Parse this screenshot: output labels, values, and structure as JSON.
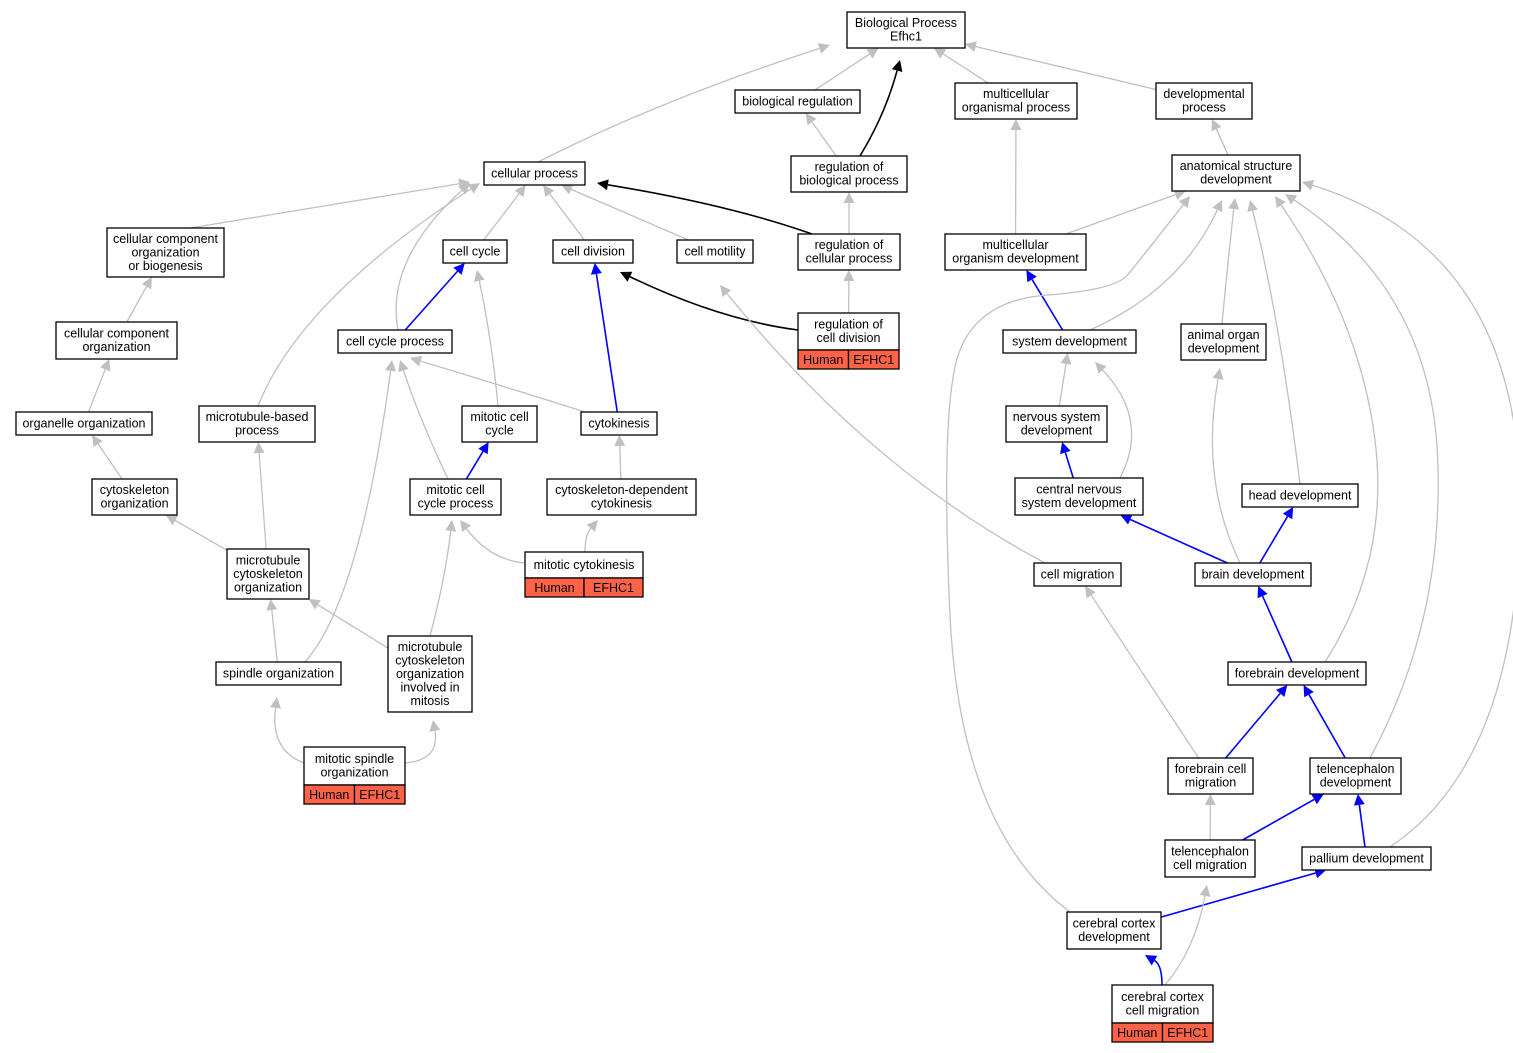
{
  "graph": {
    "nodes": [
      {
        "id": "bp",
        "lines": [
          "Biological Process",
          "Efhc1"
        ]
      },
      {
        "id": "bioreg",
        "lines": [
          "biological regulation"
        ]
      },
      {
        "id": "mop",
        "lines": [
          "multicellular",
          "organismal process"
        ]
      },
      {
        "id": "devproc",
        "lines": [
          "developmental",
          "process"
        ]
      },
      {
        "id": "cellproc",
        "lines": [
          "cellular process"
        ]
      },
      {
        "id": "regbio",
        "lines": [
          "regulation of",
          "biological process"
        ]
      },
      {
        "id": "asd",
        "lines": [
          "anatomical structure",
          "development"
        ]
      },
      {
        "id": "ccob",
        "lines": [
          "cellular component",
          "organization",
          "or biogenesis"
        ]
      },
      {
        "id": "cellcycle",
        "lines": [
          "cell cycle"
        ]
      },
      {
        "id": "celldiv",
        "lines": [
          "cell division"
        ]
      },
      {
        "id": "cellmot",
        "lines": [
          "cell motility"
        ]
      },
      {
        "id": "regcell",
        "lines": [
          "regulation of",
          "cellular process"
        ]
      },
      {
        "id": "mod",
        "lines": [
          "multicellular",
          "organism development"
        ]
      },
      {
        "id": "cco",
        "lines": [
          "cellular component",
          "organization"
        ]
      },
      {
        "id": "ccp",
        "lines": [
          "cell cycle process"
        ]
      },
      {
        "id": "regcd",
        "lines": [
          "regulation of",
          "cell division"
        ],
        "annotation": {
          "species": "Human",
          "gene": "EFHC1"
        }
      },
      {
        "id": "sysdev",
        "lines": [
          "system development"
        ]
      },
      {
        "id": "aod",
        "lines": [
          "animal organ",
          "development"
        ]
      },
      {
        "id": "orgorg",
        "lines": [
          "organelle organization"
        ]
      },
      {
        "id": "mtbp",
        "lines": [
          "microtubule-based",
          "process"
        ]
      },
      {
        "id": "mcc",
        "lines": [
          "mitotic cell",
          "cycle"
        ]
      },
      {
        "id": "cytok",
        "lines": [
          "cytokinesis"
        ]
      },
      {
        "id": "nsd",
        "lines": [
          "nervous system",
          "development"
        ]
      },
      {
        "id": "cytoorg",
        "lines": [
          "cytoskeleton",
          "organization"
        ]
      },
      {
        "id": "mccp",
        "lines": [
          "mitotic cell",
          "cycle process"
        ]
      },
      {
        "id": "cdc",
        "lines": [
          "cytoskeleton-dependent",
          "cytokinesis"
        ]
      },
      {
        "id": "cnsd",
        "lines": [
          "central nervous",
          "system development"
        ]
      },
      {
        "id": "headdev",
        "lines": [
          "head development"
        ]
      },
      {
        "id": "mco",
        "lines": [
          "microtubule",
          "cytoskeleton",
          "organization"
        ]
      },
      {
        "id": "mitcyt",
        "lines": [
          "mitotic cytokinesis"
        ],
        "annotation": {
          "species": "Human",
          "gene": "EFHC1"
        }
      },
      {
        "id": "cellmig",
        "lines": [
          "cell migration"
        ]
      },
      {
        "id": "braindev",
        "lines": [
          "brain development"
        ]
      },
      {
        "id": "spindle",
        "lines": [
          "spindle organization"
        ]
      },
      {
        "id": "mcoim",
        "lines": [
          "microtubule",
          "cytoskeleton",
          "organization",
          "involved in",
          "mitosis"
        ]
      },
      {
        "id": "fbdev",
        "lines": [
          "forebrain development"
        ]
      },
      {
        "id": "mso",
        "lines": [
          "mitotic spindle",
          "organization"
        ],
        "annotation": {
          "species": "Human",
          "gene": "EFHC1"
        }
      },
      {
        "id": "fbcm",
        "lines": [
          "forebrain cell",
          "migration"
        ]
      },
      {
        "id": "teldev",
        "lines": [
          "telencephalon",
          "development"
        ]
      },
      {
        "id": "telcm",
        "lines": [
          "telencephalon",
          "cell migration"
        ]
      },
      {
        "id": "palldev",
        "lines": [
          "pallium development"
        ]
      },
      {
        "id": "ccd",
        "lines": [
          "cerebral cortex",
          "development"
        ]
      },
      {
        "id": "cccm",
        "lines": [
          "cerebral cortex",
          "cell migration"
        ],
        "annotation": {
          "species": "Human",
          "gene": "EFHC1"
        }
      }
    ],
    "edges": [
      {
        "from": "bioreg",
        "to": "bp",
        "color": "gray"
      },
      {
        "from": "mop",
        "to": "bp",
        "color": "gray"
      },
      {
        "from": "devproc",
        "to": "bp",
        "color": "gray"
      },
      {
        "from": "cellproc",
        "to": "bp",
        "color": "gray"
      },
      {
        "from": "regbio",
        "to": "bp",
        "color": "black"
      },
      {
        "from": "regbio",
        "to": "bioreg",
        "color": "gray"
      },
      {
        "from": "regcell",
        "to": "regbio",
        "color": "gray"
      },
      {
        "from": "regcell",
        "to": "cellproc",
        "color": "black"
      },
      {
        "from": "regcd",
        "to": "regcell",
        "color": "gray"
      },
      {
        "from": "regcd",
        "to": "celldiv",
        "color": "black"
      },
      {
        "from": "asd",
        "to": "devproc",
        "color": "gray"
      },
      {
        "from": "mod",
        "to": "mop",
        "color": "gray"
      },
      {
        "from": "mod",
        "to": "asd",
        "color": "gray"
      },
      {
        "from": "sysdev",
        "to": "mod",
        "color": "blue"
      },
      {
        "from": "sysdev",
        "to": "asd",
        "color": "gray"
      },
      {
        "from": "ccob",
        "to": "cellproc",
        "color": "gray"
      },
      {
        "from": "cellcycle",
        "to": "cellproc",
        "color": "gray"
      },
      {
        "from": "celldiv",
        "to": "cellproc",
        "color": "gray"
      },
      {
        "from": "cellmot",
        "to": "cellproc",
        "color": "gray"
      },
      {
        "from": "ccp",
        "to": "cellproc",
        "color": "gray"
      },
      {
        "from": "mtbp",
        "to": "cellproc",
        "color": "gray"
      },
      {
        "from": "cco",
        "to": "ccob",
        "color": "gray"
      },
      {
        "from": "orgorg",
        "to": "cco",
        "color": "gray"
      },
      {
        "from": "cytoorg",
        "to": "orgorg",
        "color": "gray"
      },
      {
        "from": "mco",
        "to": "cytoorg",
        "color": "gray"
      },
      {
        "from": "mco",
        "to": "mtbp",
        "color": "gray"
      },
      {
        "from": "ccp",
        "to": "cellcycle",
        "color": "blue"
      },
      {
        "from": "mcc",
        "to": "cellcycle",
        "color": "gray"
      },
      {
        "from": "cytok",
        "to": "ccp",
        "color": "gray"
      },
      {
        "from": "cytok",
        "to": "celldiv",
        "color": "blue"
      },
      {
        "from": "mccp",
        "to": "mcc",
        "color": "blue"
      },
      {
        "from": "mccp",
        "to": "ccp",
        "color": "gray"
      },
      {
        "from": "cdc",
        "to": "cytok",
        "color": "gray"
      },
      {
        "from": "mitcyt",
        "to": "cdc",
        "color": "gray"
      },
      {
        "from": "mitcyt",
        "to": "mccp",
        "color": "gray"
      },
      {
        "from": "spindle",
        "to": "mco",
        "color": "gray"
      },
      {
        "from": "spindle",
        "to": "ccp",
        "color": "gray"
      },
      {
        "from": "mcoim",
        "to": "mco",
        "color": "gray"
      },
      {
        "from": "mcoim",
        "to": "mccp",
        "color": "gray"
      },
      {
        "from": "mso",
        "to": "spindle",
        "color": "gray"
      },
      {
        "from": "mso",
        "to": "mcoim",
        "color": "gray"
      },
      {
        "from": "nsd",
        "to": "sysdev",
        "color": "gray"
      },
      {
        "from": "cnsd",
        "to": "nsd",
        "color": "blue"
      },
      {
        "from": "cnsd",
        "to": "sysdev",
        "color": "gray"
      },
      {
        "from": "aod",
        "to": "asd",
        "color": "gray"
      },
      {
        "from": "headdev",
        "to": "asd",
        "color": "gray"
      },
      {
        "from": "braindev",
        "to": "cnsd",
        "color": "blue"
      },
      {
        "from": "braindev",
        "to": "headdev",
        "color": "blue"
      },
      {
        "from": "braindev",
        "to": "aod",
        "color": "gray"
      },
      {
        "from": "cellmig",
        "to": "cellmot",
        "color": "gray"
      },
      {
        "from": "fbdev",
        "to": "braindev",
        "color": "blue"
      },
      {
        "from": "fbdev",
        "to": "asd",
        "color": "gray"
      },
      {
        "from": "fbcm",
        "to": "fbdev",
        "color": "blue"
      },
      {
        "from": "fbcm",
        "to": "cellmig",
        "color": "gray"
      },
      {
        "from": "teldev",
        "to": "fbdev",
        "color": "blue"
      },
      {
        "from": "teldev",
        "to": "asd",
        "color": "gray"
      },
      {
        "from": "telcm",
        "to": "fbcm",
        "color": "gray"
      },
      {
        "from": "telcm",
        "to": "teldev",
        "color": "blue"
      },
      {
        "from": "palldev",
        "to": "teldev",
        "color": "blue"
      },
      {
        "from": "palldev",
        "to": "asd",
        "color": "gray"
      },
      {
        "from": "ccd",
        "to": "palldev",
        "color": "blue"
      },
      {
        "from": "ccd",
        "to": "asd",
        "color": "gray"
      },
      {
        "from": "cccm",
        "to": "ccd",
        "color": "blue"
      },
      {
        "from": "cccm",
        "to": "telcm",
        "color": "gray"
      }
    ]
  }
}
